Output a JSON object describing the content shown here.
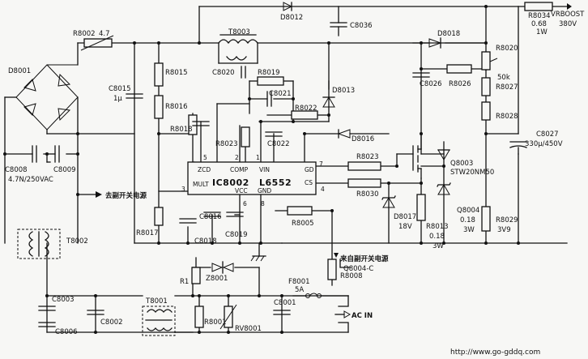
{
  "components": {
    "d8001": "D8001",
    "r8002": "R8002",
    "r8002_val": "4.7",
    "t8003": "T8003",
    "d8012": "D8012",
    "c8036": "C8036",
    "r8034": "R8034",
    "r8034_val": "0.68",
    "r8034_pow": "1W",
    "vrboost": "VRBOOST",
    "vrboost_val": "380V",
    "c8015": "C8015",
    "c8015_val": "1μ",
    "r8015": "R8015",
    "r8016": "R8016",
    "r8018": "R8018",
    "c8020": "C8020",
    "r8019": "R8019",
    "c8021": "C8021",
    "d8013": "D8013",
    "r8022": "R8022",
    "r8023a": "R8023",
    "c8022": "C8022",
    "d8016": "D8016",
    "d8018": "D8018",
    "c8026": "C8026",
    "r8026": "R8026",
    "r8020": "R8020",
    "r8020_val": "50k",
    "r8027": "R8027",
    "r8028": "R8028",
    "c8027": "C8027",
    "c8027_val": "330μ/450V",
    "c8008": "C8008",
    "c8009": "C8009",
    "cx_val": "4.7N/250VAC",
    "r8023b": "R8023",
    "r8030": "R8030",
    "q8003": "Q8003",
    "q8003_part": "STW20NM50",
    "d8017": "D8017",
    "d8017_val": "18V",
    "r8013": "R8013",
    "r8013_val": "0.18",
    "r8013_pow": "3W",
    "q8004": "Q8004",
    "q8004_val": "0.18",
    "q8004_pow": "3W",
    "r8029": "R8029",
    "r8029_val": "3V9",
    "r8017": "R8017",
    "c8016": "C8016",
    "c8018": "C8018",
    "c8019": "C8019",
    "r8005": "R8005",
    "r8008": "R8008",
    "t8002": "T8002",
    "r1": "R1",
    "z8001": "Z8001",
    "f8001": "F8001",
    "f8001_val": "5A",
    "c8003": "C8003",
    "c8006": "C8006",
    "c8002": "C8002",
    "t8001": "T8001",
    "r8001": "R8001",
    "rv8001": "RV8001",
    "c8001": "C8001",
    "ac_in": "AC IN"
  },
  "ic": {
    "name": "IC8002",
    "part": "L6552",
    "zcd": "ZCD",
    "comp": "COMP",
    "vin": "VIN",
    "gd": "GD",
    "mult": "MULT",
    "cs": "CS",
    "vcc": "VCC",
    "gnd": "GND",
    "p1": "1",
    "p2": "2",
    "p3": "3",
    "p4": "4",
    "p5": "5",
    "p6": "6",
    "p7": "7",
    "p8": "8"
  },
  "notes": {
    "to_aux": "去副开关电源",
    "from_aux": "来自副开关电源",
    "q8004c": "Q8004-C"
  },
  "watermark": "http://www.go-gddq.com"
}
